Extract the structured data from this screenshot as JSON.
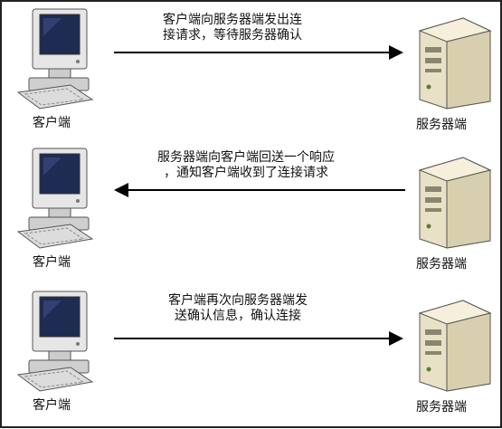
{
  "steps": [
    {
      "client_label": "客户端",
      "server_label": "服务器端",
      "message_lines": [
        "客户端向服务器端发出连",
        "接请求，等待服务器确认"
      ],
      "direction": "client-to-server"
    },
    {
      "client_label": "客户端",
      "server_label": "服务器端",
      "message_lines": [
        "服务器端向客户端回送一个响应",
        "，通知客户端收到了连接请求"
      ],
      "direction": "server-to-client"
    },
    {
      "client_label": "客户端",
      "server_label": "服务器端",
      "message_lines": [
        "客户端再次向服务器端发",
        "送确认信息，确认连接"
      ],
      "direction": "client-to-server"
    }
  ],
  "colors": {
    "arrow": "#000000",
    "server_body": "#e9e1c5",
    "computer_body": "#e6e6e6",
    "screen": "#1e2b52"
  },
  "icons": {
    "client": "desktop-computer-icon",
    "server": "server-tower-icon"
  }
}
